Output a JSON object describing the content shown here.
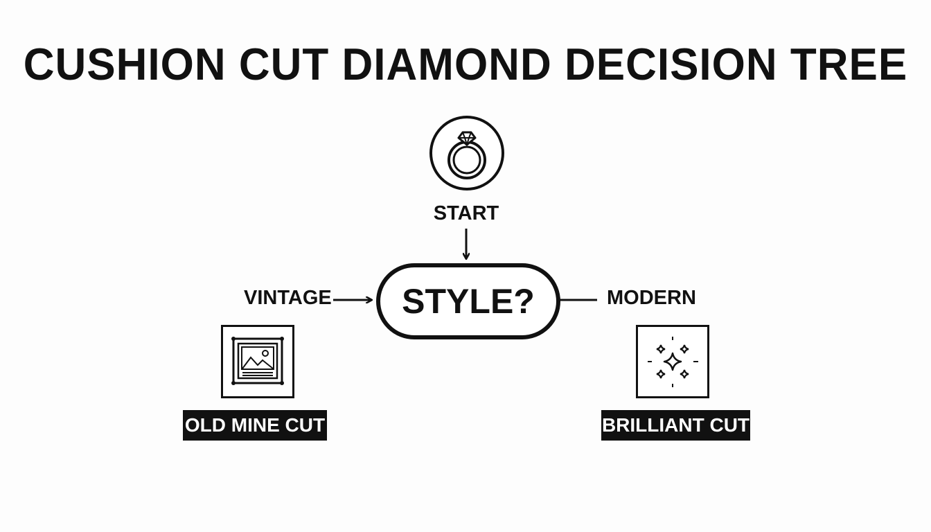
{
  "title": "CUSHION CUT DIAMOND DECISION TREE",
  "start": {
    "label": "START",
    "icon": "diamond-ring-icon"
  },
  "decision": {
    "label": "STYLE?"
  },
  "branches": {
    "vintage": {
      "label": "VINTAGE",
      "icon": "framed-picture-icon",
      "result": "OLD MINE CUT"
    },
    "modern": {
      "label": "MODERN",
      "icon": "sparkles-icon",
      "result": "BRILLIANT CUT"
    }
  },
  "colors": {
    "ink": "#111111",
    "background": "#fdfdfd",
    "result_text": "#ffffff"
  }
}
